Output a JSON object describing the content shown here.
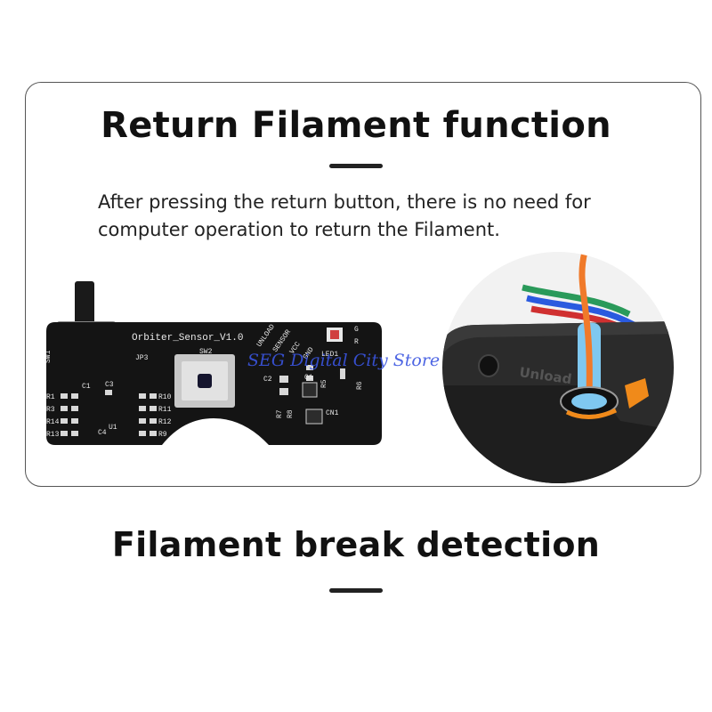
{
  "section1": {
    "title": "Return Filament function",
    "description_line1": "After pressing the return button, there is no need for",
    "description_line2": "computer operation to return the Filament."
  },
  "pcb": {
    "board_name": "Orbiter_Sensor_V1.0",
    "labels": [
      "SW1",
      "JP3",
      "SW2",
      "UNLOAD",
      "SENSOR",
      "VCC",
      "GND",
      "LED1",
      "G",
      "R",
      "C1",
      "C2",
      "C3",
      "C4",
      "U1",
      "R1",
      "R3",
      "R14",
      "R13",
      "R10",
      "R11",
      "R12",
      "R9",
      "R5",
      "R6",
      "R7",
      "R8",
      "Q1",
      "CN1"
    ]
  },
  "watermark": "SEG Digital City Store",
  "closeup": {
    "button_label": "Unload"
  },
  "section2": {
    "title": "Filament break detection"
  },
  "colors": {
    "pcb": "#141414",
    "silkscreen": "#e8e8e8",
    "filament": "#f07a2a",
    "tube": "#7fc8f0",
    "accent_orange": "#f08a1a"
  }
}
